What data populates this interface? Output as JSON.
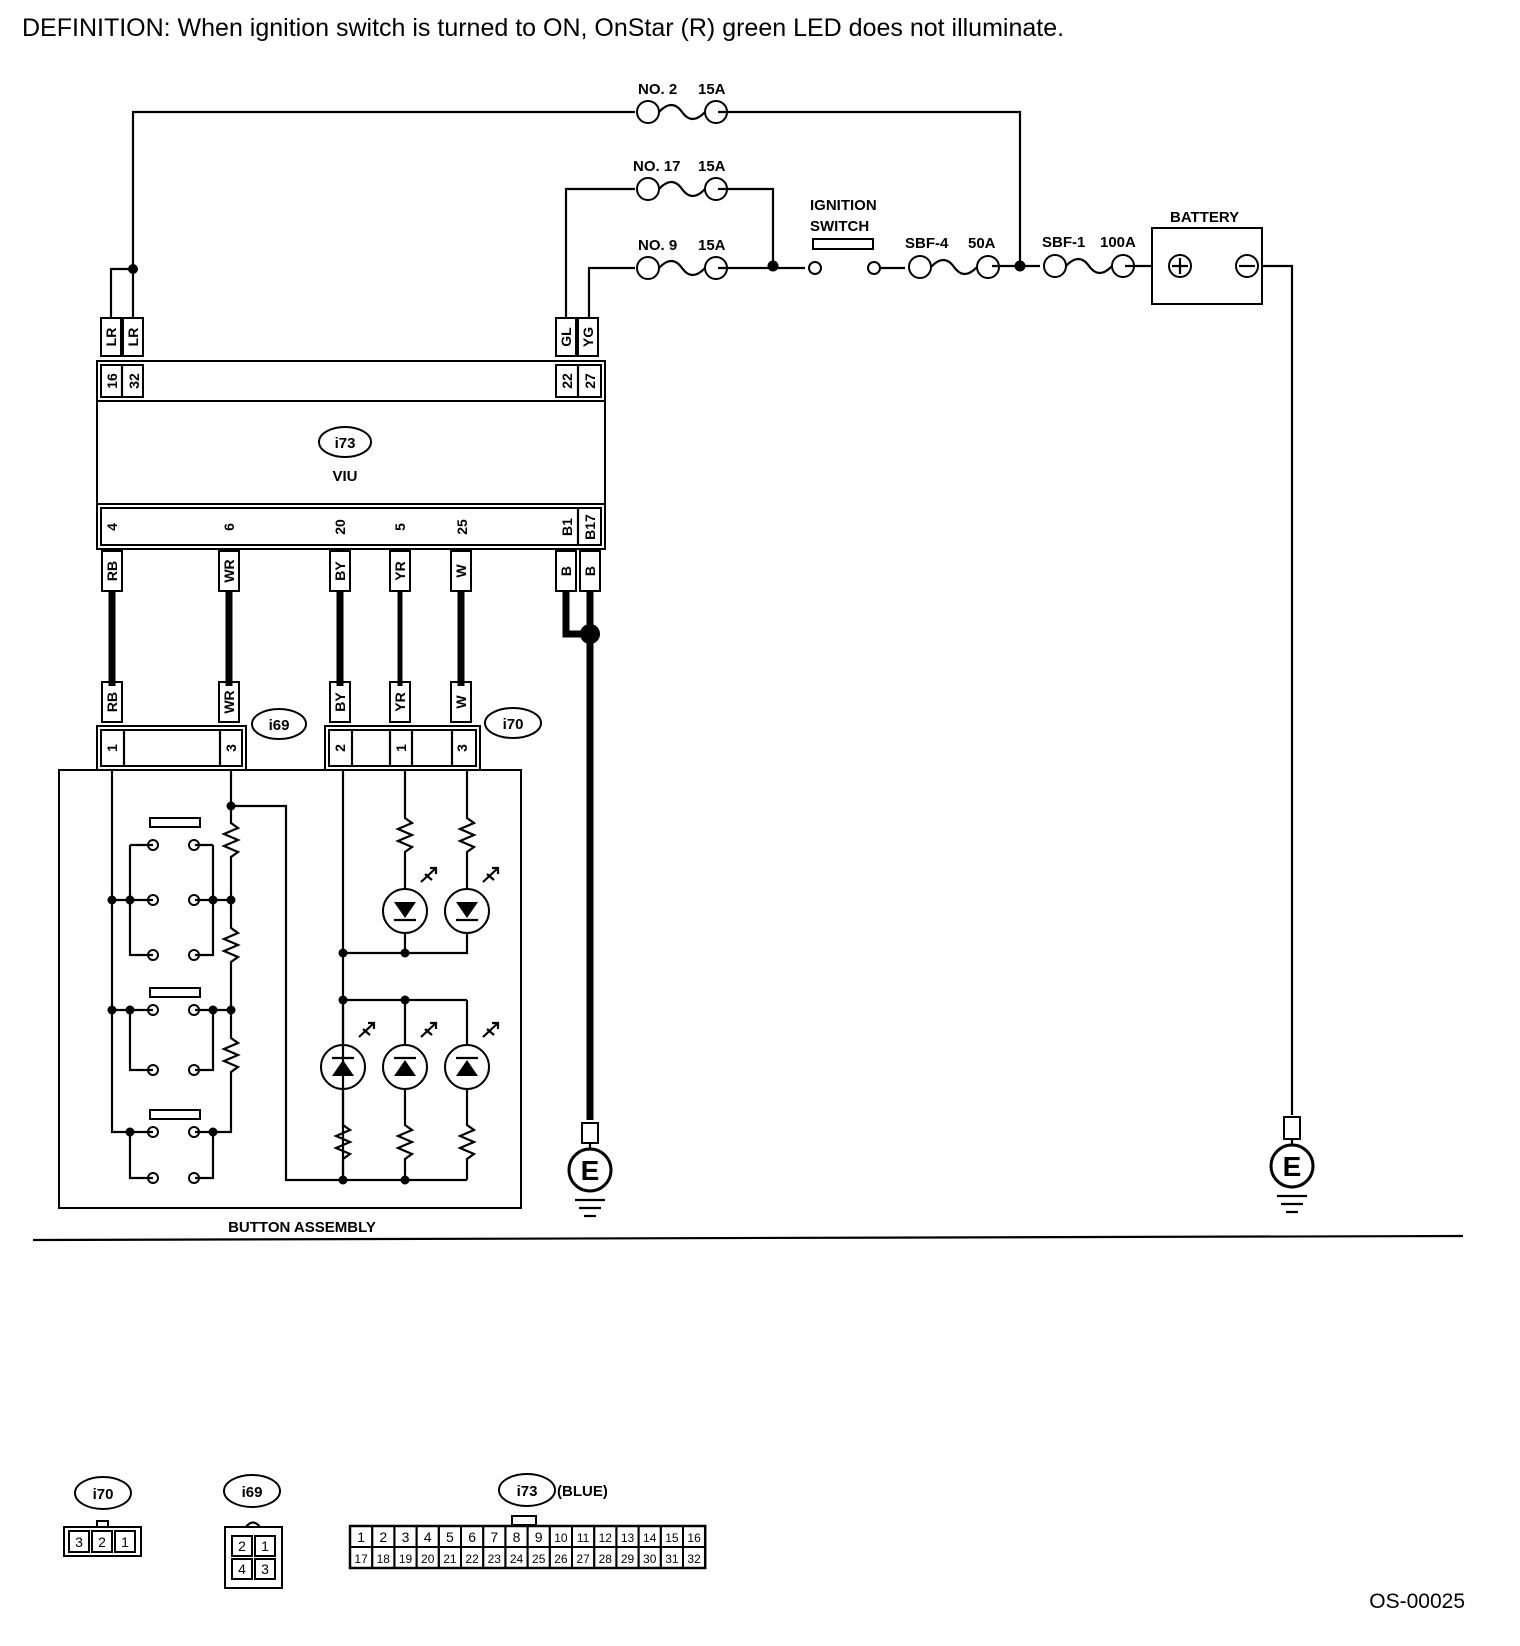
{
  "definition": "DEFINITION: When ignition switch is turned to ON, OnStar (R) green LED does not illuminate.",
  "fuses": {
    "no2": {
      "name": "NO. 2",
      "rating": "15A"
    },
    "no17": {
      "name": "NO. 17",
      "rating": "15A"
    },
    "no9": {
      "name": "NO. 9",
      "rating": "15A"
    },
    "sbf4": {
      "name": "SBF-4",
      "rating": "50A"
    },
    "sbf1": {
      "name": "SBF-1",
      "rating": "100A"
    }
  },
  "ignition_switch": {
    "line1": "IGNITION",
    "line2": "SWITCH"
  },
  "battery": {
    "label": "BATTERY"
  },
  "viu": {
    "connector": "i73",
    "name": "VIU",
    "top_pins": [
      "16",
      "32",
      "22",
      "27"
    ],
    "top_wires": [
      "LR",
      "LR",
      "GL",
      "YG"
    ],
    "bottom_pins": [
      "4",
      "6",
      "20",
      "5",
      "25",
      "B1",
      "B17"
    ],
    "bottom_wires": [
      "RB",
      "WR",
      "BY",
      "YR",
      "W",
      "B",
      "B"
    ]
  },
  "i69": {
    "connector": "i69",
    "pins": [
      "1",
      "3"
    ],
    "wires": [
      "RB",
      "WR"
    ]
  },
  "i70": {
    "connector": "i70",
    "pins": [
      "2",
      "1",
      "3"
    ],
    "wires": [
      "BY",
      "YR",
      "W"
    ]
  },
  "button_assembly": {
    "label": "BUTTON ASSEMBLY"
  },
  "grounds": {
    "viu_ground": "E",
    "battery_ground": "E"
  },
  "legend": {
    "i70": {
      "label": "i70",
      "cells": [
        "3",
        "2",
        "1"
      ]
    },
    "i69": {
      "label": "i69",
      "row1": [
        "2",
        "1"
      ],
      "row2": [
        "4",
        "3"
      ]
    },
    "i73": {
      "label": "i73",
      "color": "(BLUE)",
      "row1": [
        "1",
        "2",
        "3",
        "4",
        "5",
        "6",
        "7",
        "8",
        "9",
        "10",
        "11",
        "12",
        "13",
        "14",
        "15",
        "16"
      ],
      "row2": [
        "17",
        "18",
        "19",
        "20",
        "21",
        "22",
        "23",
        "24",
        "25",
        "26",
        "27",
        "28",
        "29",
        "30",
        "31",
        "32"
      ]
    }
  },
  "figure_code": "OS-00025"
}
